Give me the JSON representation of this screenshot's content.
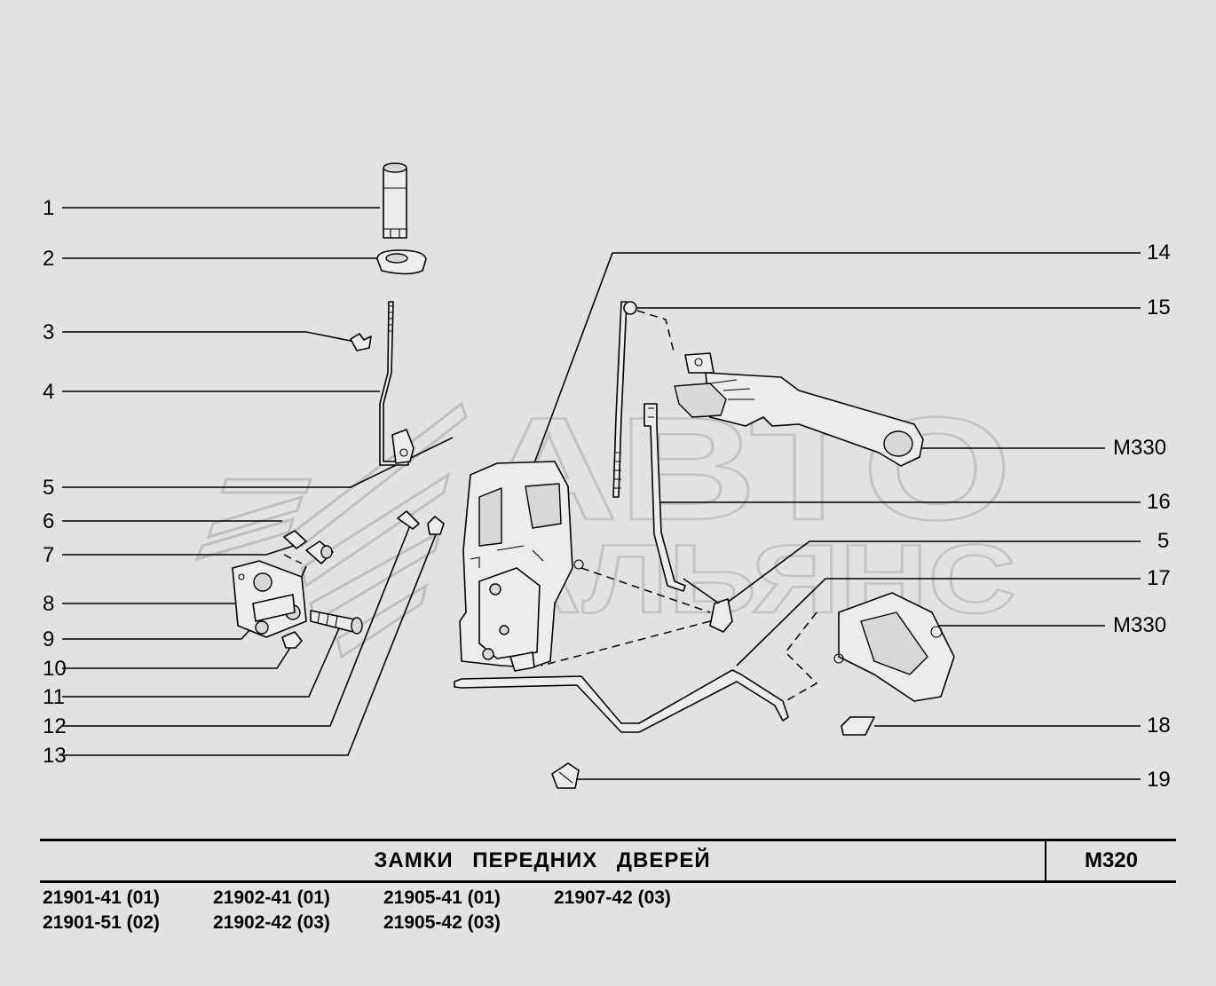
{
  "title": "ЗАМКИ ПЕРЕДНИХ ДВЕРЕЙ",
  "sheet_code": "М320",
  "watermark": {
    "line1": "АВТО",
    "line2": "АЛЬЯНС"
  },
  "callouts_left": [
    "1",
    "2",
    "3",
    "4",
    "5",
    "6",
    "7",
    "8",
    "9",
    "10",
    "11",
    "12",
    "13"
  ],
  "callouts_right": [
    "14",
    "15",
    "М330",
    "16",
    "5",
    "17",
    "М330",
    "18",
    "19"
  ],
  "models": [
    [
      "21901-41 (01)",
      "21901-51 (02)"
    ],
    [
      "21902-41 (01)",
      "21902-42 (03)"
    ],
    [
      "21905-41 (01)",
      "21905-42 (03)"
    ],
    [
      "21907-42 (03)"
    ]
  ],
  "colors": {
    "background": "#e2e2e2",
    "ink": "#000000",
    "watermark": "#c0c0c0"
  }
}
